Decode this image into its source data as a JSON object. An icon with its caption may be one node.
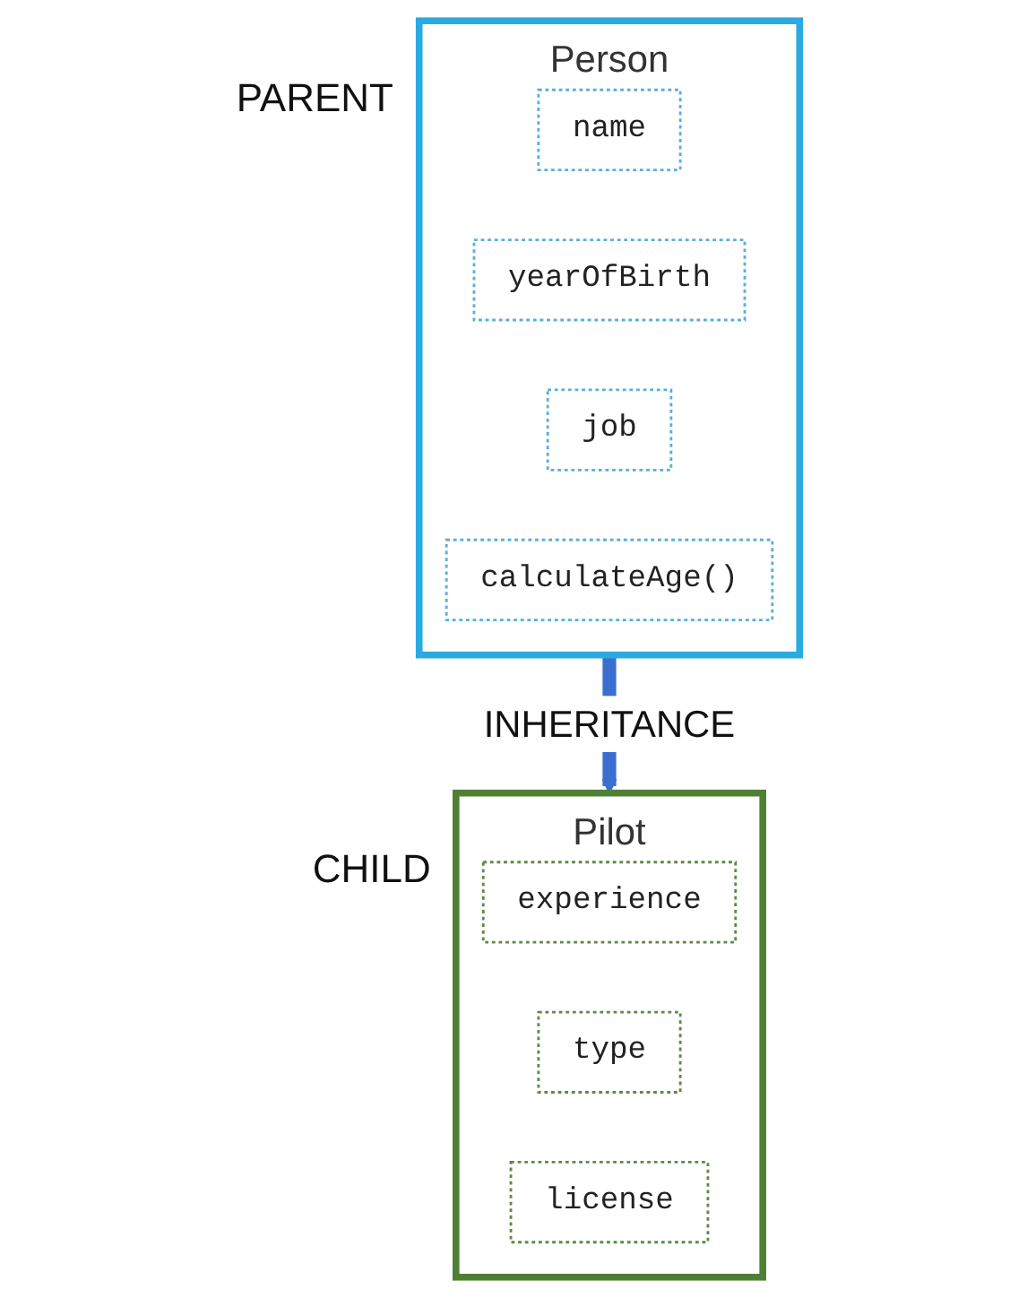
{
  "diagram": {
    "nodes": [
      {
        "text": [
          "Person"
        ],
        "beside": [
          "PARENT"
        ]
      },
      {
        "text": [
          "name"
        ],
        "in": 0
      },
      {
        "text": [
          "yearOfBirth"
        ],
        "in": 0
      },
      {
        "text": [
          "job"
        ],
        "in": 0
      },
      {
        "text": [
          "calculateAge()"
        ],
        "in": 0
      },
      {
        "text": [
          "Pilot"
        ],
        "beside": [
          "CHILD"
        ]
      },
      {
        "text": [
          "experience"
        ],
        "in": 5
      },
      {
        "text": [
          "type"
        ],
        "in": 5
      },
      {
        "text": [
          "license"
        ],
        "in": 5
      }
    ],
    "edges": [
      {
        "from": 0,
        "to": 5,
        "arrow": "to",
        "label": "INHERITANCE"
      }
    ]
  }
}
